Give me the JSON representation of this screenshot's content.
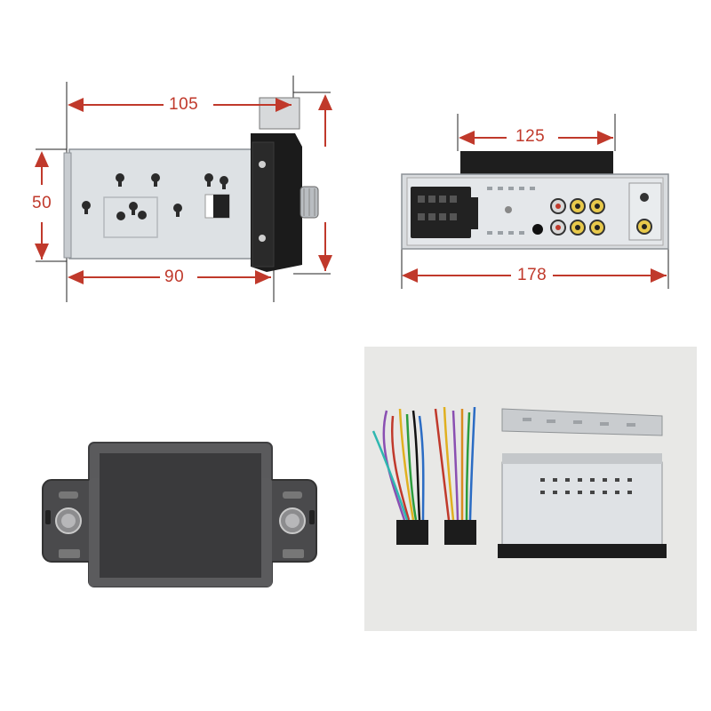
{
  "dimensions": {
    "depth_total": "105",
    "height": "50",
    "chassis_depth": "90",
    "chassis_width": "125",
    "face_width": "178"
  },
  "colors": {
    "dimension_line": "#c0392b",
    "chassis_metal": "#dde1e4",
    "faceplate": "#1b1b1b",
    "photo_background": "#e8e8e6"
  }
}
